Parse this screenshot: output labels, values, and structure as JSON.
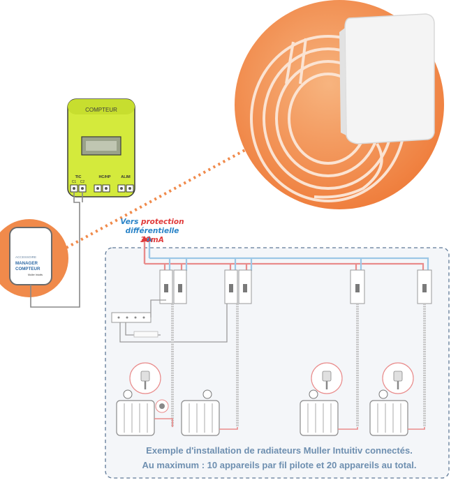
{
  "meter": {
    "title": "COMPTEUR",
    "labels": {
      "tic": "TIC",
      "c1": "C1",
      "c2": "C2",
      "hchp": "HC/HP",
      "alim": "ALIM"
    }
  },
  "accessory": {
    "line1": "ACCESSOIRE",
    "line2": "MANAGER",
    "line3": "COMPTEUR",
    "brand": "Muller Intuitiv"
  },
  "protection": {
    "line1_a": "Vers",
    "line1_b": " protection",
    "line2_a": "différentielle",
    "line2_b": " 30mA"
  },
  "caption": {
    "line1": "Exemple d'installation de radiateurs Muller Intuitiv connectés.",
    "line2": "Au maximum : 10 appareils par fil pilote et 20 appareils au total."
  },
  "colors": {
    "orange": "#f08a4b",
    "meter_yellow": "#d4ea3c",
    "wire_red": "#e98b8b",
    "wire_blue": "#9cc7e6",
    "caption": "#6e8fb0"
  }
}
